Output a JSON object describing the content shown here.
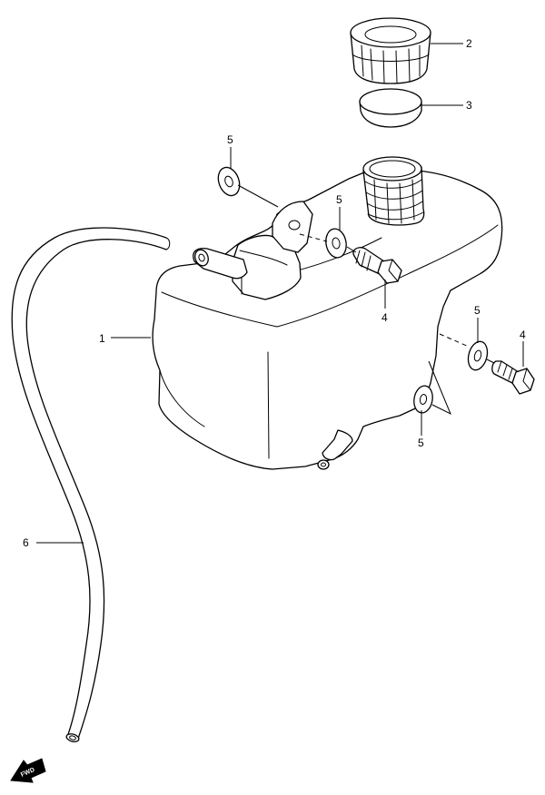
{
  "callouts": {
    "tank": "1",
    "cap": "2",
    "gasket": "3",
    "bolt_upper": "4",
    "bolt_right": "4",
    "washer_top": "5",
    "washer_mid": "5",
    "washer_right": "5",
    "washer_lower": "5",
    "hose": "6"
  },
  "fwd_badge": "FWD"
}
